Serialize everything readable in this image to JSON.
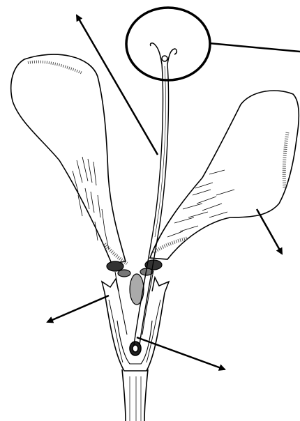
{
  "diagram": {
    "subject": "flower-longitudinal-section",
    "labels": [],
    "pointer_count": 5,
    "highlight_shape": "circle",
    "colors": {
      "ink": "#000000",
      "paper": "#ffffff",
      "stipple": "#555555"
    }
  }
}
